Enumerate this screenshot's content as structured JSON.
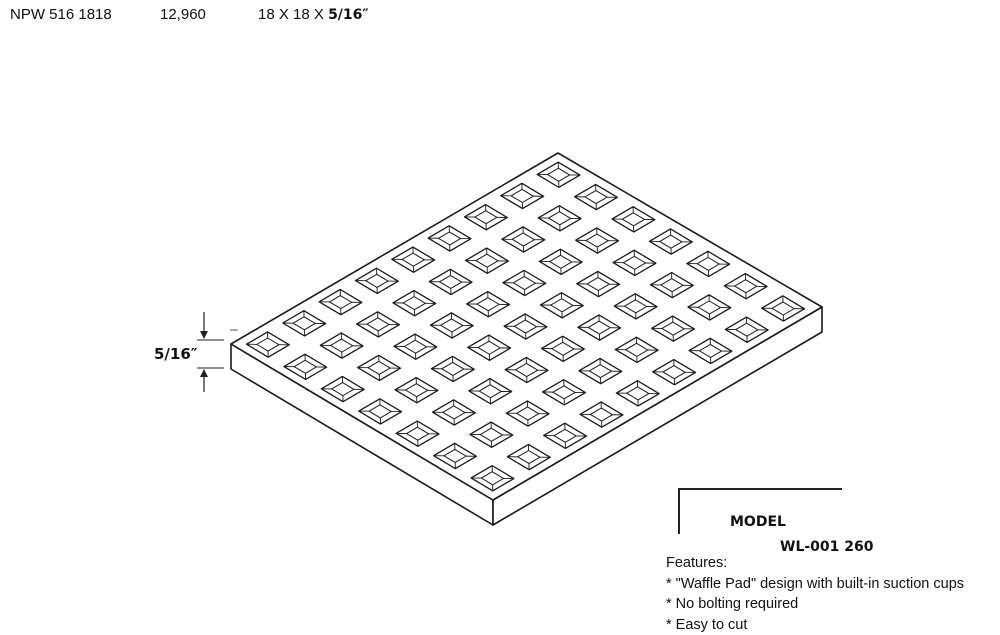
{
  "header": {
    "part_number": "NPW 516 1818",
    "quantity": "12,960",
    "size_prefix": "18 X 18 X ",
    "size_fraction": "5/16″"
  },
  "drawing": {
    "dimension_label": "5/16″",
    "pad_rows": 7,
    "pad_cols": 9
  },
  "title_block": {
    "model_label": "MODEL",
    "model_number": "WL-001 260"
  },
  "features": {
    "heading": "Features:",
    "items": [
      "* \"Waffle Pad\" design with built-in suction cups",
      "* No bolting required",
      "* Easy to cut"
    ]
  }
}
